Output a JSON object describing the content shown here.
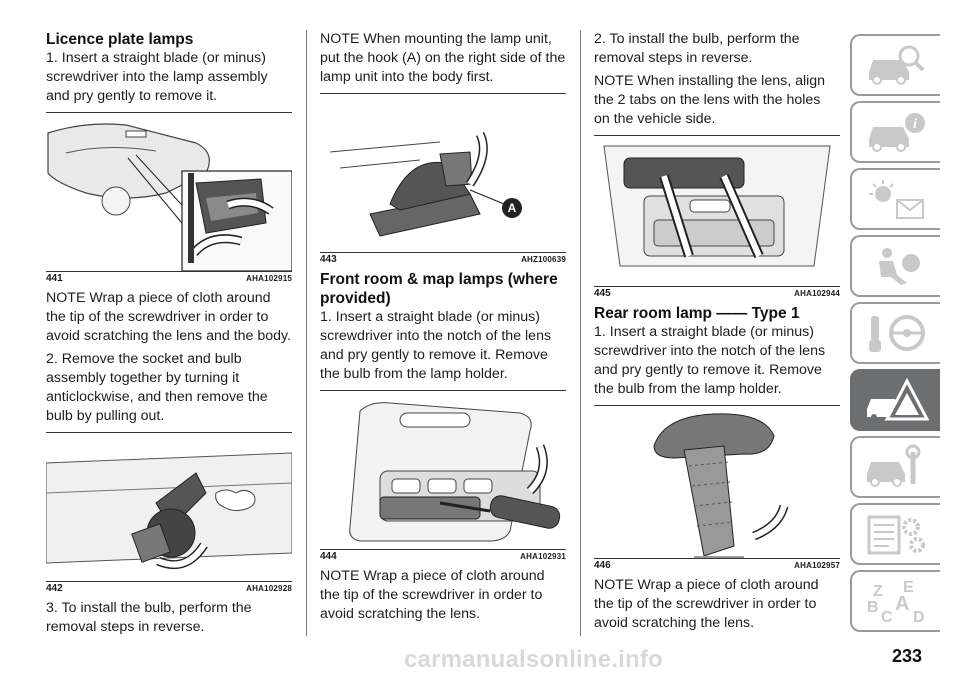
{
  "column1": {
    "heading": "Licence plate lamps",
    "step1": "1. Insert a straight blade (or minus) screwdriver into the lamp assembly and pry gently to remove it.",
    "fig441": {
      "number": "441",
      "code": "AHA102915"
    },
    "note1": "NOTE Wrap a piece of cloth around the tip of the screwdriver in order to avoid scratching the lens and the body.",
    "step2": "2. Remove the socket and bulb assembly together by turning it anticlockwise, and then remove the bulb by pulling out.",
    "fig442": {
      "number": "442",
      "code": "AHA102928"
    },
    "step3": "3. To install the bulb, perform the removal steps in reverse."
  },
  "column2": {
    "note1": "NOTE When mounting the lamp unit, put the hook (A) on the right side of the lamp unit into the body first.",
    "fig443": {
      "number": "443",
      "code": "AHZ100639",
      "callout": "A"
    },
    "heading": "Front room & map lamps (where provided)",
    "step1": "1. Insert a straight blade (or minus) screwdriver into the notch of the lens and pry gently to remove it. Remove the bulb from the lamp holder.",
    "fig444": {
      "number": "444",
      "code": "AHA102931"
    },
    "note2": "NOTE Wrap a piece of cloth around the tip of the screwdriver in order to avoid scratching the lens."
  },
  "column3": {
    "step2": "2. To install the bulb, perform the removal steps in reverse.",
    "note1": "NOTE When installing the lens, align the 2 tabs on the lens with the holes on the vehicle side.",
    "fig445": {
      "number": "445",
      "code": "AHA102944"
    },
    "heading": "Rear room lamp —— Type 1",
    "step1": "1. Insert a straight blade (or minus) screwdriver into the notch of the lens and pry gently to remove it. Remove the bulb from the lamp holder.",
    "fig446": {
      "number": "446",
      "code": "AHA102957"
    },
    "note2": "NOTE Wrap a piece of cloth around the tip of the screwdriver in order to avoid scratching the lens."
  },
  "sidebar": {
    "tabs": [
      {
        "icon": "car-search-icon",
        "active": false
      },
      {
        "icon": "car-info-icon",
        "active": false
      },
      {
        "icon": "warning-lights-message-icon",
        "active": false
      },
      {
        "icon": "safety-airbag-icon",
        "active": false
      },
      {
        "icon": "key-steering-wheel-icon",
        "active": false
      },
      {
        "icon": "car-breakdown-warning-icon",
        "active": true
      },
      {
        "icon": "car-service-wrench-icon",
        "active": false
      },
      {
        "icon": "specifications-gears-icon",
        "active": false
      },
      {
        "icon": "index-letters-icon",
        "active": false
      }
    ],
    "index_letters": [
      "Z",
      "E",
      "B",
      "A",
      "C",
      "D"
    ]
  },
  "page_number": "233",
  "watermark": "carmanualsonline.info",
  "colors": {
    "text": "#1a1a1a",
    "tab_border": "#9a9a9a",
    "tab_active": "#6d6e70",
    "watermark": "#d9d9d9"
  }
}
